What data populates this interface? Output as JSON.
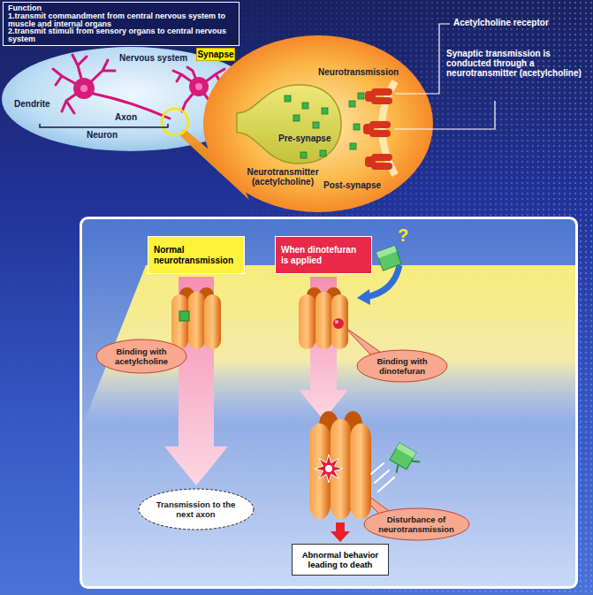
{
  "diagram": {
    "nodes": [
      {
        "text": [
          "Function",
          "1.transmit commandment from central nervous system to muscle and internal organs",
          "2.transmit stimuli from sensory organs to central nervous system"
        ]
      },
      {
        "text": [
          "Nervous system"
        ]
      },
      {
        "text": [
          "Synapse"
        ],
        "in": 1
      },
      {
        "text": [
          "Neurotransmission"
        ]
      },
      {
        "text": [
          "Normal neurotransmission"
        ]
      },
      {
        "text": [
          "When dinotefuran is applied"
        ]
      },
      {
        "text": [
          "Binding with acetylcholine"
        ]
      },
      {
        "text": [
          "Binding with dinotefuran"
        ]
      },
      {
        "text": [
          "Transmission to the next axon"
        ]
      },
      {
        "text": [
          "Disturbance of neurotransmission"
        ]
      },
      {
        "text": [
          "Abnormal behavior leading to death"
        ]
      }
    ],
    "edges": [
      {
        "from": 4,
        "to": 8,
        "arrow": "to"
      },
      {
        "from": 5,
        "to": 10,
        "arrow": "to"
      }
    ],
    "labels": [
      "Dendrite",
      "Axon",
      "Neuron",
      "Acetylcholine receptor",
      "Synaptic transmission is conducted through a neurotransmitter (acetylcholine)",
      "Pre-synapse",
      "Neurotransmitter (acetylcholine)",
      "Post-synapse",
      "?"
    ]
  }
}
